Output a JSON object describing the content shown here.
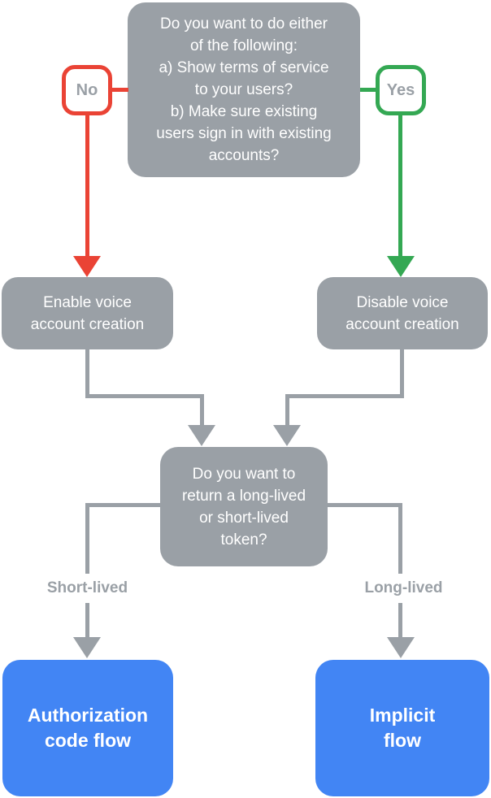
{
  "diagram": {
    "title_hidden": "OAuth linking flow decision diagram",
    "palette": {
      "node_gray": "#9AA0A6",
      "branch_red": "#EA4335",
      "branch_green": "#34A853",
      "terminal_blue": "#4285F4",
      "node_text": "#ffffff",
      "label_text": "#9AA0A6",
      "background": "#ffffff"
    },
    "nodes": {
      "question_terms": "Do you want to do either\nof the following:\na) Show terms of service\nto your users?\nb) Make sure existing\nusers sign in with existing\naccounts?",
      "enable_voice": "Enable voice\naccount creation",
      "disable_voice": "Disable voice\naccount creation",
      "question_token": "Do you want to\nreturn a long-lived\nor short-lived\ntoken?",
      "authorization_code_flow": "Authorization\ncode flow",
      "implicit_flow": "Implicit\nflow"
    },
    "edge_labels": {
      "no": "No",
      "yes": "Yes",
      "short_lived": "Short-lived",
      "long_lived": "Long-lived"
    }
  }
}
